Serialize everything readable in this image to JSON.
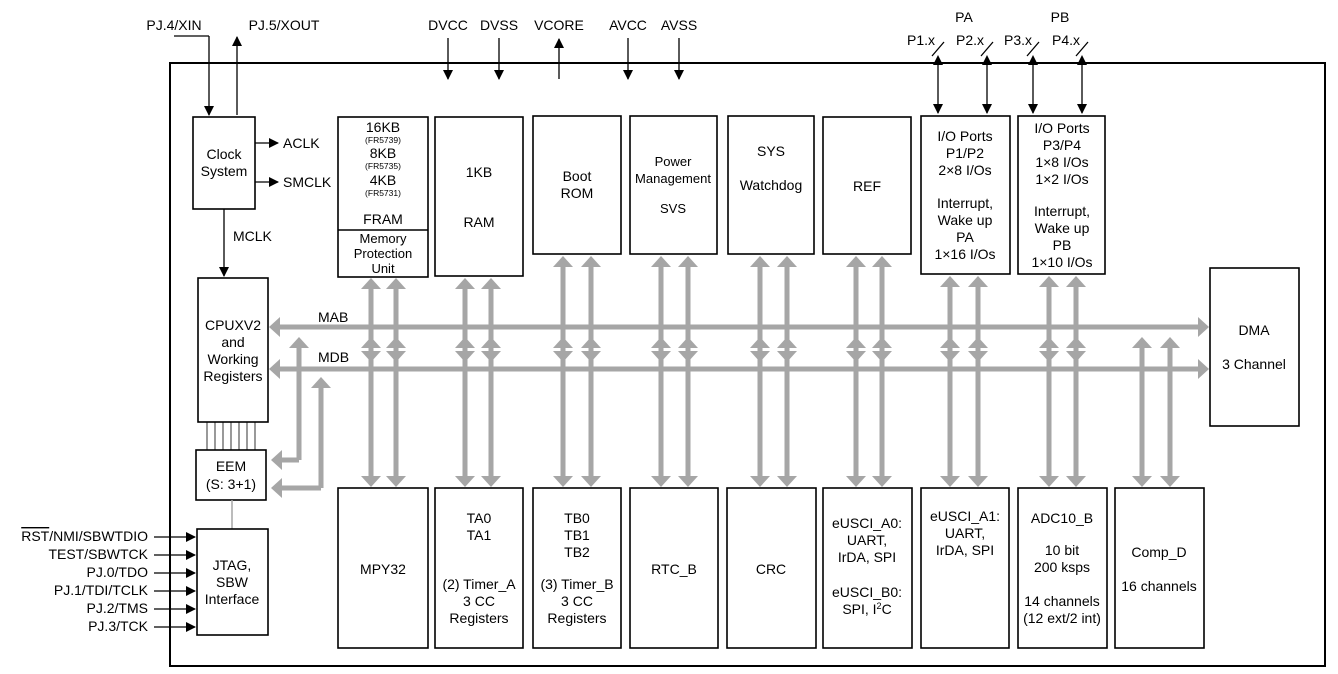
{
  "pins_top": {
    "pj4": "PJ.4/XIN",
    "pj5": "PJ.5/XOUT",
    "dvcc": "DVCC",
    "dvss": "DVSS",
    "vcore": "VCORE",
    "avcc": "AVCC",
    "avss": "AVSS",
    "pa": "PA",
    "pb": "PB",
    "p1": "P1.x",
    "p2": "P2.x",
    "p3": "P3.x",
    "p4": "P4.x"
  },
  "clock": {
    "line1": "Clock",
    "line2": "System",
    "aclk": "ACLK",
    "smclk": "SMCLK",
    "mclk": "MCLK"
  },
  "fram": {
    "l1": "16KB",
    "l2": "(FR5739)",
    "l3": "8KB",
    "l4": "(FR5735)",
    "l5": "4KB",
    "l6": "(FR5731)",
    "l7": "FRAM",
    "mpu1": "Memory",
    "mpu2": "Protection",
    "mpu3": "Unit"
  },
  "ram": {
    "l1": "1KB",
    "l2": "RAM"
  },
  "boot": {
    "l1": "Boot",
    "l2": "ROM"
  },
  "pmm": {
    "l1": "Power",
    "l2": "Management",
    "l3": "SVS"
  },
  "sys": {
    "l1": "SYS",
    "l2": "Watchdog"
  },
  "ref": {
    "l1": "REF"
  },
  "io1": {
    "l1": "I/O Ports",
    "l2": "P1/P2",
    "l3": "2×8 I/Os",
    "l4": "Interrupt,",
    "l5": "Wake up",
    "l6": "PA",
    "l7": "1×16 I/Os"
  },
  "io2": {
    "l1": "I/O Ports",
    "l2": "P3/P4",
    "l3": "1×8 I/Os",
    "l4": "1×2 I/Os",
    "l5": "Interrupt,",
    "l6": "Wake up",
    "l7": "PB",
    "l8": "1×10 I/Os"
  },
  "dma": {
    "l1": "DMA",
    "l2": "3 Channel"
  },
  "cpu": {
    "l1": "CPUXV2",
    "l2": "and",
    "l3": "Working",
    "l4": "Registers"
  },
  "bus": {
    "mab": "MAB",
    "mdb": "MDB"
  },
  "eem": {
    "l1": "EEM",
    "l2": "(S: 3+1)"
  },
  "jtag": {
    "l1": "JTAG,",
    "l2": "SBW",
    "l3": "Interface",
    "rst": "RST",
    "rst_rest": "/NMI/SBWTDIO",
    "p2": "TEST/SBWTCK",
    "p3": "PJ.0/TDO",
    "p4": "PJ.1/TDI/TCLK",
    "p5": "PJ.2/TMS",
    "p6": "PJ.3/TCK"
  },
  "mpy": {
    "l1": "MPY32"
  },
  "ta": {
    "l1": "TA0",
    "l2": "TA1",
    "l3": "(2) Timer_A",
    "l4": "3 CC",
    "l5": "Registers"
  },
  "tb": {
    "l1": "TB0",
    "l2": "TB1",
    "l3": "TB2",
    "l4": "(3) Timer_B",
    "l5": "3 CC",
    "l6": "Registers"
  },
  "rtc": {
    "l1": "RTC_B"
  },
  "crc": {
    "l1": "CRC"
  },
  "usci0": {
    "l1": "eUSCI_A0:",
    "l2": "UART,",
    "l3": "IrDA, SPI",
    "l4": "eUSCI_B0:",
    "l5a": "SPI, I",
    "l5sup": "2",
    "l5b": "C"
  },
  "usci1": {
    "l1": "eUSCI_A1:",
    "l2": "UART,",
    "l3": "IrDA, SPI"
  },
  "adc": {
    "l1": "ADC10_B",
    "l2": "10 bit",
    "l3": "200 ksps",
    "l4": "14 channels",
    "l5": "(12 ext/2 int)"
  },
  "comp": {
    "l1": "Comp_D",
    "l2": "16 channels"
  }
}
